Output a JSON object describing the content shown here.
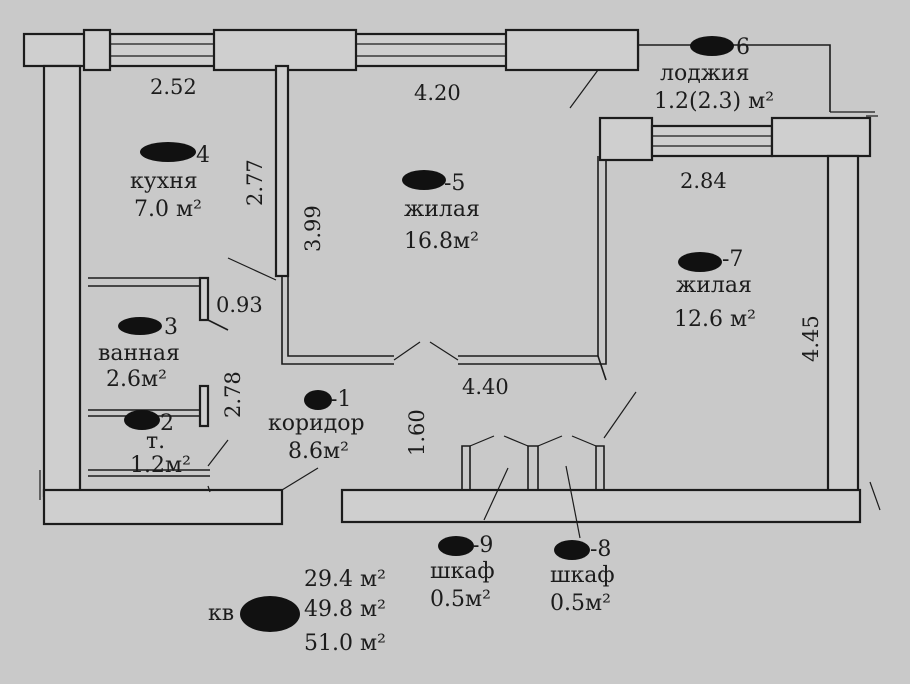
{
  "rooms": {
    "kitchen": {
      "number": "4",
      "name": "кухня",
      "area": "7.0 м²"
    },
    "living1": {
      "number": "-5",
      "name": "жилая",
      "area": "16.8м²"
    },
    "living2": {
      "number": "-7",
      "name": "жилая",
      "area": "12.6 м²"
    },
    "bath": {
      "number": "3",
      "name": "ванная",
      "area": "2.6м²"
    },
    "toilet": {
      "number": "2",
      "name": "т.",
      "area": "1.2м²"
    },
    "corridor": {
      "number": "-1",
      "name": "коридор",
      "area": "8.6м²"
    },
    "loggia": {
      "number": "6",
      "name": "лоджия",
      "area": "1.2(2.3) м²"
    },
    "closet9": {
      "number": "-9",
      "name": "шкаф",
      "area": "0.5м²"
    },
    "closet8": {
      "number": "-8",
      "name": "шкаф",
      "area": "0.5м²"
    }
  },
  "dimensions": {
    "kitchen_width": "2.52",
    "kitchen_height": "2.77",
    "living1_width": "4.20",
    "living1_height": "3.99",
    "living1_bottom": "4.40",
    "living2_width": "2.84",
    "living2_height": "4.45",
    "corridor_step": "0.93",
    "bath_height": "2.78",
    "corridor_height": "1.60"
  },
  "totals": {
    "prefix": "кв",
    "living_area": "29.4 м²",
    "total_area": "49.8 м²",
    "total_with_loggia": "51.0 м²"
  }
}
